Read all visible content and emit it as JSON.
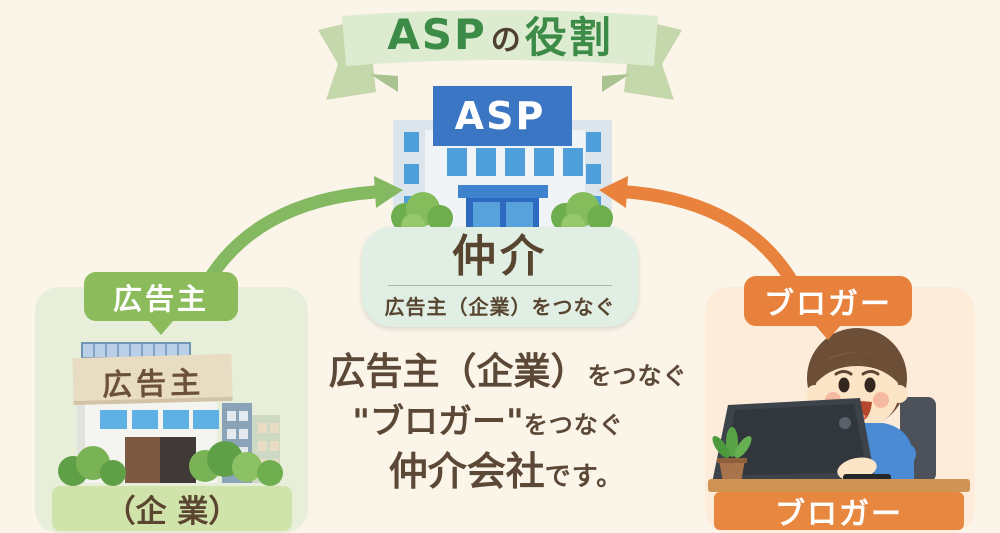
{
  "banner": {
    "asp": "ASP",
    "no": "の",
    "yakuwari": "役割"
  },
  "asp_center": {
    "sign": "ASP",
    "broker_title": "仲介",
    "broker_subtitle": "広告主（企業）をつなぐ"
  },
  "advertiser": {
    "badge": "広告主",
    "sign": "広告主",
    "caption": "（企 業）"
  },
  "blogger": {
    "badge": "ブロガー",
    "caption": "ブロガー"
  },
  "description": {
    "line1_main": "広告主（企業）",
    "line1_sub": "をつなぐ",
    "line2_main": "\"ブロガー\"",
    "line2_sub": "をつなぐ",
    "line3_main": "仲介会社",
    "line3_sub": "です。"
  },
  "colors": {
    "background": "#faf4e9",
    "ribbon_band": "#ddebd0",
    "ribbon_tail": "#c5d8ab",
    "banner_text_green": "#3c8c48",
    "asp_sign_blue": "#3a76c4",
    "window_blue": "#4f9fdb",
    "broker_card_bg": "#e0eee3",
    "advertiser_green": "#8cbb5c",
    "advertiser_card_bg": "#e7efda",
    "advertiser_strip_green": "#cfe3ab",
    "blogger_orange": "#e8813c",
    "blogger_card_bg": "#fcecd9",
    "text_brown": "#5c4836",
    "arrow_green": "#85b961",
    "arrow_orange": "#e8823c"
  }
}
